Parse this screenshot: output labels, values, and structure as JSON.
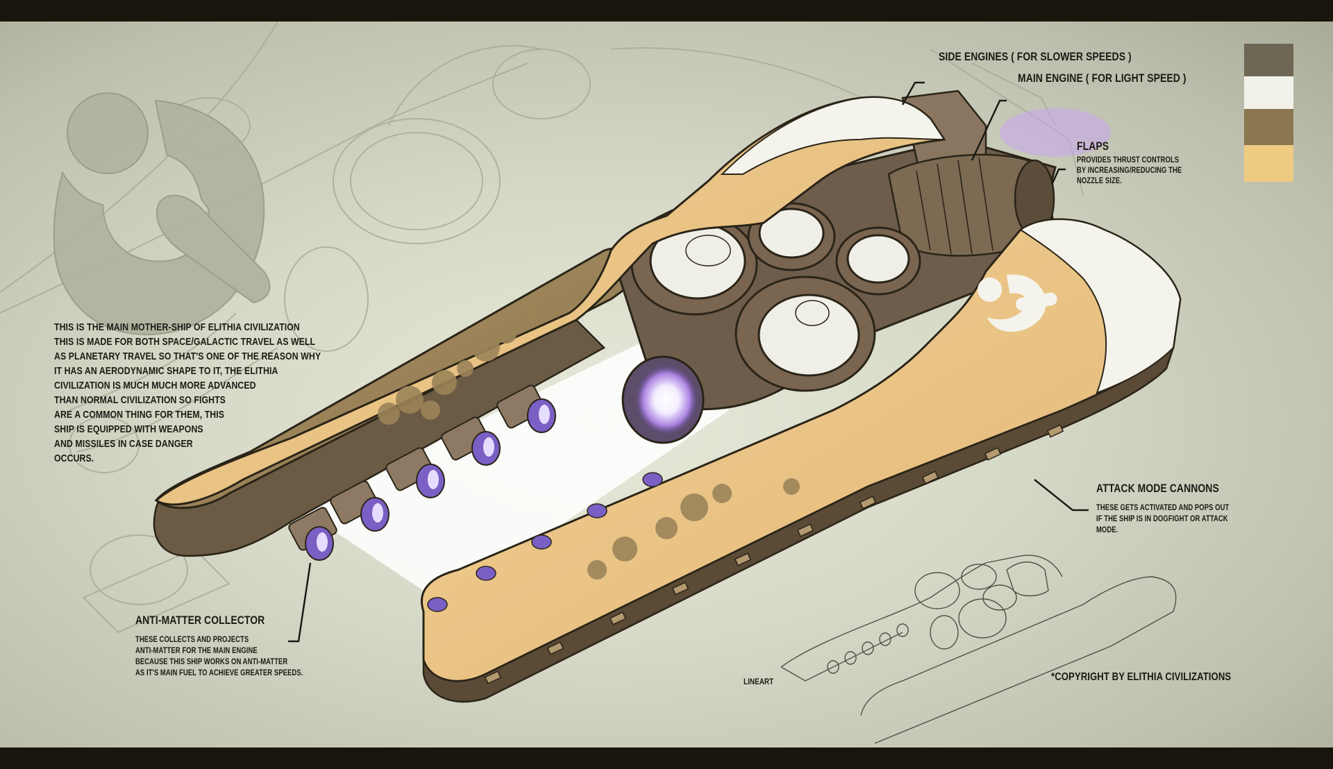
{
  "intro": {
    "lines": [
      "THIS IS THE MAIN MOTHER-SHIP OF ELITHIA CIVILIZATION",
      "THIS IS MADE FOR BOTH SPACE/GALACTIC TRAVEL AS WELL",
      "AS PLANETARY TRAVEL SO THAT'S ONE OF THE REASON WHY",
      "IT HAS AN AERODYNAMIC SHAPE TO IT, THE ELITHIA",
      "CIVILIZATION IS MUCH MUCH MORE ADVANCED",
      "THAN NORMAL CIVILIZATION SO FIGHTS",
      "ARE A COMMON THING FOR THEM, THIS",
      "SHIP IS EQUIPPED WITH WEAPONS",
      "AND MISSILES IN CASE DANGER",
      "OCCURS."
    ]
  },
  "callouts": {
    "side_engines": {
      "title": "SIDE ENGINES ( FOR SLOWER SPEEDS )"
    },
    "main_engine": {
      "title": "MAIN ENGINE ( FOR LIGHT SPEED )"
    },
    "flaps": {
      "title": "FLAPS",
      "lines": [
        "PROVIDES THRUST CONTROLS",
        "BY INCREASING/REDUCING THE",
        "NOZZLE SIZE."
      ]
    },
    "attack_cannons": {
      "title": "ATTACK MODE CANNONS",
      "lines": [
        "THESE GETS ACTIVATED AND POPS OUT",
        "IF THE SHIP IS IN DOGFIGHT OR ATTACK",
        "MODE."
      ]
    },
    "anti_matter": {
      "title": "ANTI-MATTER COLLECTOR",
      "lines": [
        "THESE COLLECTS AND PROJECTS",
        "ANTI-MATTER FOR THE MAIN ENGINE",
        "BECAUSE THIS SHIP WORKS ON ANTI-MATTER",
        "AS IT'S MAIN FUEL TO ACHIEVE GREATER SPEEDS."
      ]
    }
  },
  "lineart_label": "LINEART",
  "copyright": "*COPYRIGHT BY ELITHIA CIVILIZATIONS",
  "palette": {
    "swatches": [
      "#6e6754",
      "#f2f2ea",
      "#8a7650",
      "#eecb82"
    ]
  },
  "colors": {
    "hull_tan": "#e9c283",
    "hull_dark": "#9c8459",
    "hull_white": "#f4f3ec",
    "machinery": "#6d5d4a",
    "engine_glow": "#b68bef",
    "background": "#d7d9c8",
    "text": "#1b1a14"
  }
}
